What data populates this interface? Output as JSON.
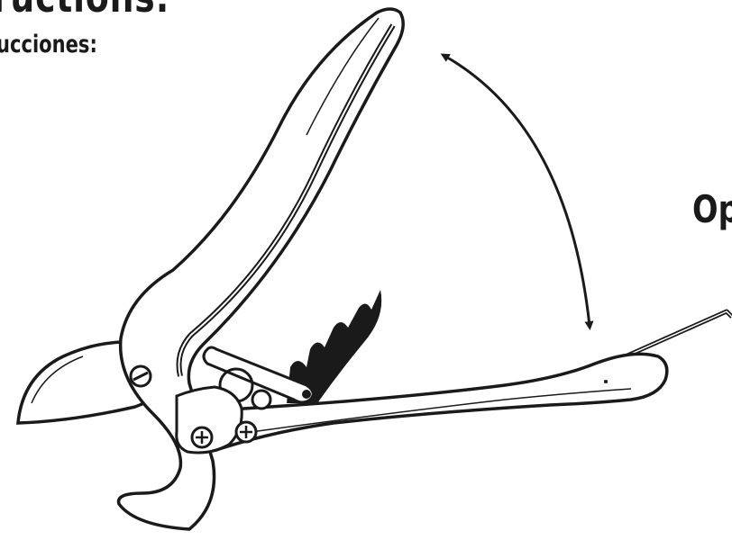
{
  "header": {
    "title": "ructions:",
    "subtitle": "ucciones:"
  },
  "diagram": {
    "open_label": "Op",
    "icons": [
      "pipe-cutter-icon",
      "double-arrow-icon",
      "screw-icon"
    ]
  },
  "colors": {
    "ink": "#1a1a1a",
    "background": "#ffffff"
  }
}
